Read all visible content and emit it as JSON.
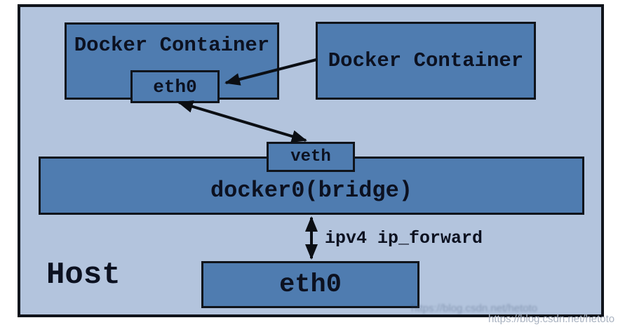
{
  "diagram": {
    "title_semantic": "docker bridge network diagram",
    "host_label": "Host",
    "container1_label": "Docker Container",
    "container2_label": "Docker Container",
    "container_eth0_label": "eth0",
    "veth_label": "veth",
    "bridge_label": "docker0(bridge)",
    "host_eth0_label": "eth0",
    "arrow_label": "ipv4 ip_forward"
  },
  "watermark": {
    "text": "https://blog.csdn.net/hetoto"
  },
  "colors": {
    "node_fill": "#4f7cb0",
    "host_fill": "#b3c4dd",
    "border": "#10141b",
    "text": "#0c1120",
    "arrow": "#0b0e13",
    "watermark": "#a9b2c0",
    "page_background": "#ffffff"
  }
}
